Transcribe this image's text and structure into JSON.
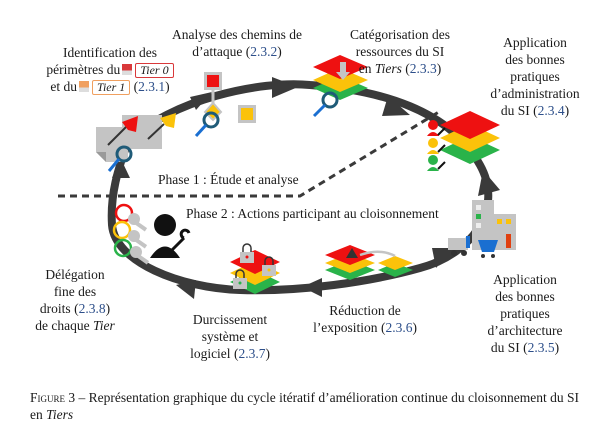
{
  "colors": {
    "red": "#ee1111",
    "yellow": "#fbc20a",
    "green": "#1fb13c",
    "grey": "#c4c4c4",
    "arrow": "#3a3a3a",
    "ref": "#2d4f8a",
    "tier0": "#d9383a",
    "tier1": "#f0a060",
    "magnifier": "#1f5b78",
    "blue": "#1a6fd1"
  },
  "steps": [
    {
      "id": "identification",
      "text_lines": [
        "Identification des",
        "périmètres du",
        "et du"
      ],
      "tier0_label": "Tier 0",
      "tier1_label": "Tier 1",
      "ref": "2.3.1"
    },
    {
      "id": "analyse",
      "text_lines": [
        "Analyse des chemins de",
        "d’attaque"
      ],
      "ref": "2.3.2"
    },
    {
      "id": "categorisation",
      "text_lines": [
        "Catégorisation des",
        "ressources du SI",
        "en"
      ],
      "italic": "Tiers",
      "ref": "2.3.3"
    },
    {
      "id": "admin",
      "text_lines": [
        "Application",
        "des bonnes",
        "pratiques",
        "d’administration",
        "du SI"
      ],
      "ref": "2.3.4"
    },
    {
      "id": "architecture",
      "text_lines": [
        "Application",
        "des bonnes",
        "pratiques",
        "d’architecture",
        "du SI"
      ],
      "ref": "2.3.5"
    },
    {
      "id": "exposition",
      "text_lines": [
        "Réduction de",
        "l’exposition"
      ],
      "ref": "2.3.6"
    },
    {
      "id": "durcissement",
      "text_lines": [
        "Durcissement",
        "système et",
        "logiciel"
      ],
      "ref": "2.3.7"
    },
    {
      "id": "delegation",
      "text_lines": [
        "Délégation",
        "fine des",
        "droits",
        "de chaque"
      ],
      "italic": "Tier",
      "ref": "2.3.8"
    }
  ],
  "phases": {
    "phase1": "Phase 1 : Étude et analyse",
    "phase2": "Phase 2 : Actions participant au cloisonnement"
  },
  "caption": {
    "figure_label": "Figure 3",
    "dash": " – ",
    "text": "Représentation graphique du cycle itératif d’amélioration continue du cloisonnement du SI en ",
    "italic": "Tiers"
  }
}
